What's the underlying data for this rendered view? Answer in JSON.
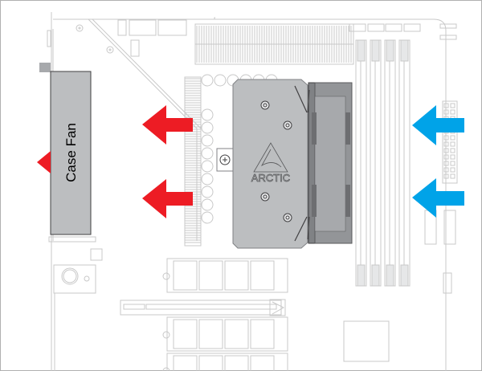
{
  "diagram": {
    "case_fan_label": "Case Fan",
    "cooler_brand": "ARCTIC",
    "colors": {
      "exhaust_arrow": "#ed1c24",
      "intake_arrow": "#00a3e8",
      "case_fan_fill": "#bcbec0",
      "cooler_fill": "#bcbec0",
      "cooler_fan_fill": "#808285",
      "board_line": "#c8c8c8"
    },
    "arrows": {
      "exhaust_count": 3,
      "intake_count": 2
    },
    "ram_slots": 4,
    "m2_slots": 3
  }
}
